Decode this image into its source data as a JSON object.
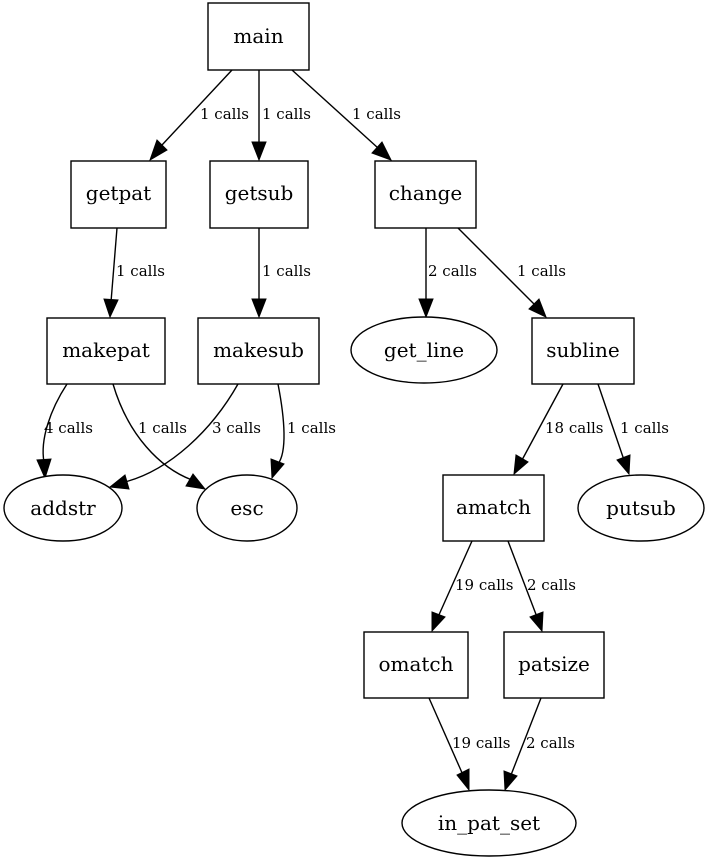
{
  "nodes": {
    "main": "main",
    "getpat": "getpat",
    "getsub": "getsub",
    "change": "change",
    "makepat": "makepat",
    "makesub": "makesub",
    "get_line": "get_line",
    "subline": "subline",
    "addstr": "addstr",
    "esc": "esc",
    "amatch": "amatch",
    "putsub": "putsub",
    "omatch": "omatch",
    "patsize": "patsize",
    "in_pat_set": "in_pat_set"
  },
  "edges": {
    "main_getpat": "1 calls",
    "main_getsub": "1 calls",
    "main_change": "1 calls",
    "getpat_makepat": "1 calls",
    "getsub_makesub": "1 calls",
    "change_get_line": "2 calls",
    "change_subline": "1 calls",
    "makepat_addstr": "4 calls",
    "makepat_esc": "1 calls",
    "makesub_addstr": "3 calls",
    "makesub_esc": "1 calls",
    "subline_amatch": "18 calls",
    "subline_putsub": "1 calls",
    "amatch_omatch": "19 calls",
    "amatch_patsize": "2 calls",
    "omatch_in_pat_set": "19 calls",
    "patsize_in_pat_set": "2 calls"
  }
}
